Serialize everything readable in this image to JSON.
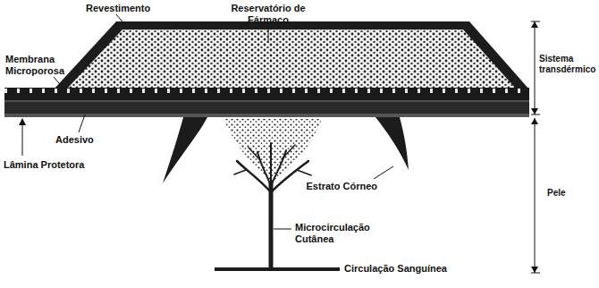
{
  "diagram": {
    "labels": [
      "Revestimento",
      "Reservatório de Fármaco",
      "Membrana Microporosa",
      "Adesivo",
      "Lâmina Protetora",
      "Estrato Córneo",
      "Microcirculação Cutânea",
      "Circulação Sanguínea",
      "Sistema transdérmico",
      "Pele"
    ]
  }
}
